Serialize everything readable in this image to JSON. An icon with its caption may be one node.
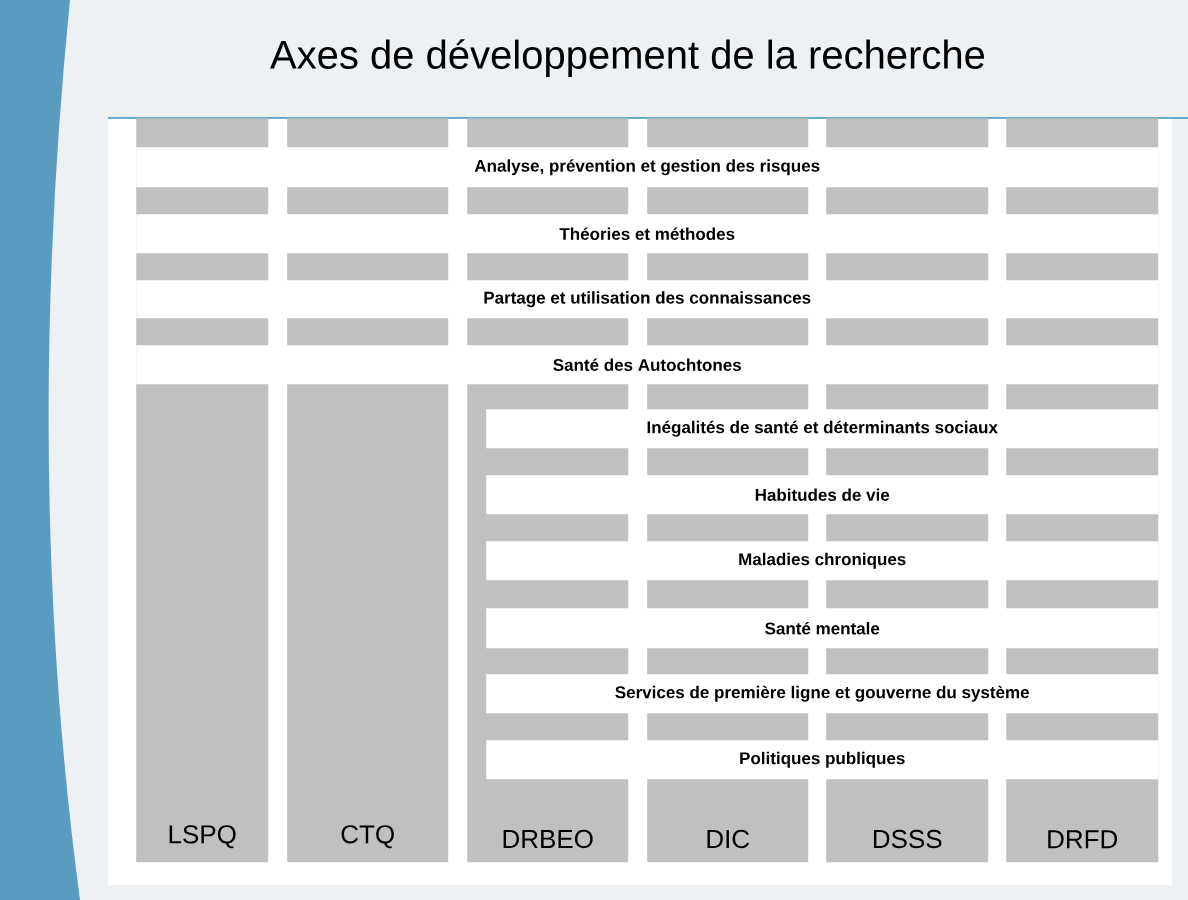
{
  "diagram": {
    "title": "Axes de développement de la recherche",
    "nodes": [
      {
        "text": [
          "Analyse, prévention et gestion des risques"
        ]
      },
      {
        "text": [
          "Théories et méthodes"
        ]
      },
      {
        "text": [
          "Partage et utilisation des connaissances"
        ]
      },
      {
        "text": [
          "Santé des Autochtones"
        ]
      },
      {
        "text": [
          "Inégalités de santé et déterminants sociaux"
        ]
      },
      {
        "text": [
          "Habitudes de vie"
        ]
      },
      {
        "text": [
          "Maladies chroniques"
        ]
      },
      {
        "text": [
          "Santé mentale"
        ]
      },
      {
        "text": [
          "Services de première ligne et gouverne du système"
        ]
      },
      {
        "text": [
          "Politiques publiques"
        ]
      },
      {
        "text": [
          "LSPQ"
        ]
      },
      {
        "text": [
          "CTQ"
        ]
      },
      {
        "text": [
          "DRBEO"
        ]
      },
      {
        "text": [
          "DIC"
        ]
      },
      {
        "text": [
          "DSSS"
        ]
      },
      {
        "text": [
          "DRFD"
        ]
      }
    ]
  }
}
